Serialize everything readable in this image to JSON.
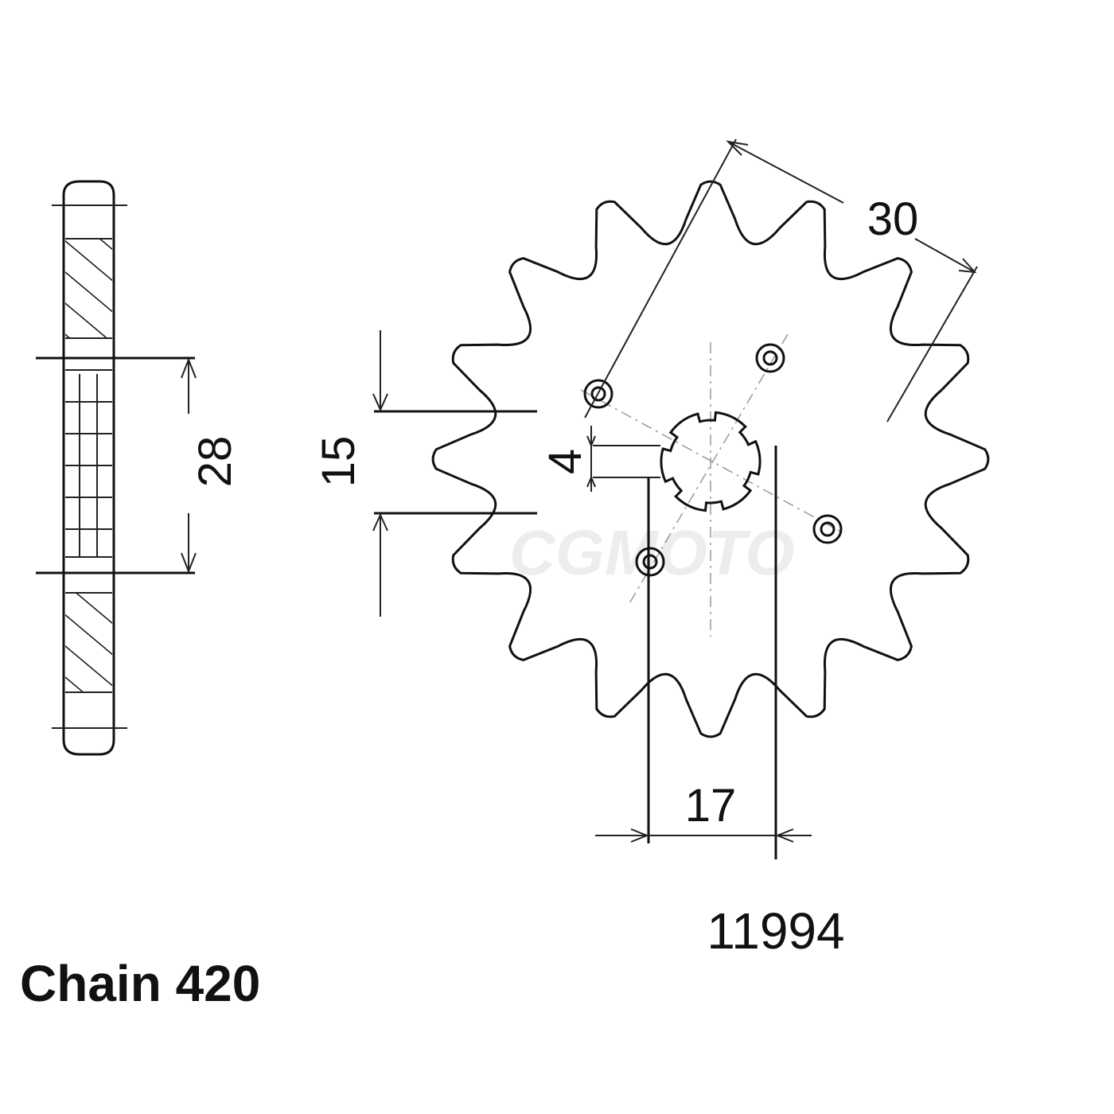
{
  "drawing": {
    "part_number": "11994",
    "chain_label": "Chain 420",
    "teeth_count": 16,
    "watermark": "CGMOTO",
    "dimensions": {
      "bolt_circle": "30",
      "width_side": "28",
      "height": "15",
      "spline_width": "4",
      "bore": "17"
    }
  }
}
